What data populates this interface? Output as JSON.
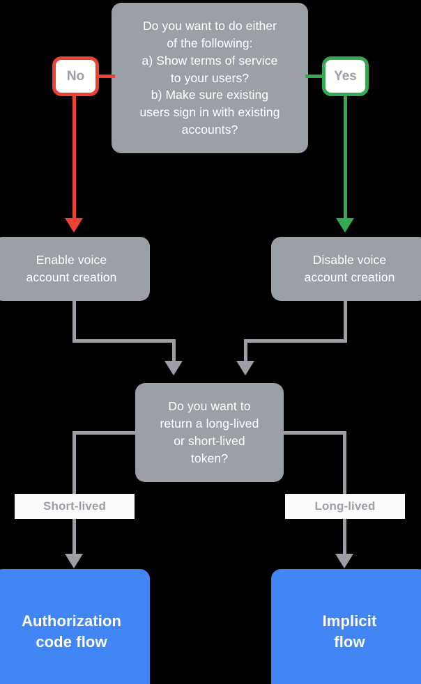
{
  "diagram": {
    "title": "Account linking flow decision chart",
    "background_color": "#000000",
    "colors": {
      "process": "#9aa0a6",
      "terminal": "#4285f4",
      "yes": "#34a853",
      "no": "#ea4335",
      "label_text": "#9aa0a6",
      "node_text": "#ffffff"
    }
  },
  "nodes": {
    "decision1": {
      "text": "Do you want to do either of the following:\na) Show terms of service to your users?\nb) Make sure existing users sign in with existing accounts?",
      "lines": [
        "Do you want to do either",
        "of the following:",
        "a) Show terms of service",
        "to your users?",
        "b) Make sure existing",
        "users sign in with existing",
        "accounts?"
      ],
      "type": "decision"
    },
    "answer_no": {
      "text": "No",
      "type": "branch-label",
      "color": "#ea4335"
    },
    "answer_yes": {
      "text": "Yes",
      "type": "branch-label",
      "color": "#34a853"
    },
    "enable_voice": {
      "lines": [
        "Enable voice",
        "account creation"
      ],
      "type": "process"
    },
    "disable_voice": {
      "lines": [
        "Disable voice",
        "account creation"
      ],
      "type": "process"
    },
    "decision2": {
      "text": "Do you want to return a long-lived or short-lived token?",
      "lines": [
        "Do you want to",
        "return a long-lived",
        "or short-lived",
        "token?"
      ],
      "type": "decision"
    },
    "short_lived": {
      "text": "Short-lived",
      "type": "edge-label"
    },
    "long_lived": {
      "text": "Long-lived",
      "type": "edge-label"
    },
    "auth_code_flow": {
      "lines": [
        "Authorization",
        "code flow"
      ],
      "type": "terminal"
    },
    "implicit_flow": {
      "lines": [
        "Implicit",
        "flow"
      ],
      "type": "terminal"
    }
  },
  "edges": [
    {
      "from": "decision1",
      "to": "answer_no",
      "label": "No",
      "color": "#ea4335"
    },
    {
      "from": "decision1",
      "to": "answer_yes",
      "label": "Yes",
      "color": "#34a853"
    },
    {
      "from": "answer_no",
      "to": "enable_voice",
      "label": "",
      "color": "#ea4335"
    },
    {
      "from": "answer_yes",
      "to": "disable_voice",
      "label": "",
      "color": "#34a853"
    },
    {
      "from": "enable_voice",
      "to": "decision2",
      "label": "",
      "color": "#9aa0a6"
    },
    {
      "from": "disable_voice",
      "to": "decision2",
      "label": "",
      "color": "#9aa0a6"
    },
    {
      "from": "decision2",
      "to": "auth_code_flow",
      "label": "Short-lived",
      "color": "#9aa0a6"
    },
    {
      "from": "decision2",
      "to": "implicit_flow",
      "label": "Long-lived",
      "color": "#9aa0a6"
    }
  ]
}
